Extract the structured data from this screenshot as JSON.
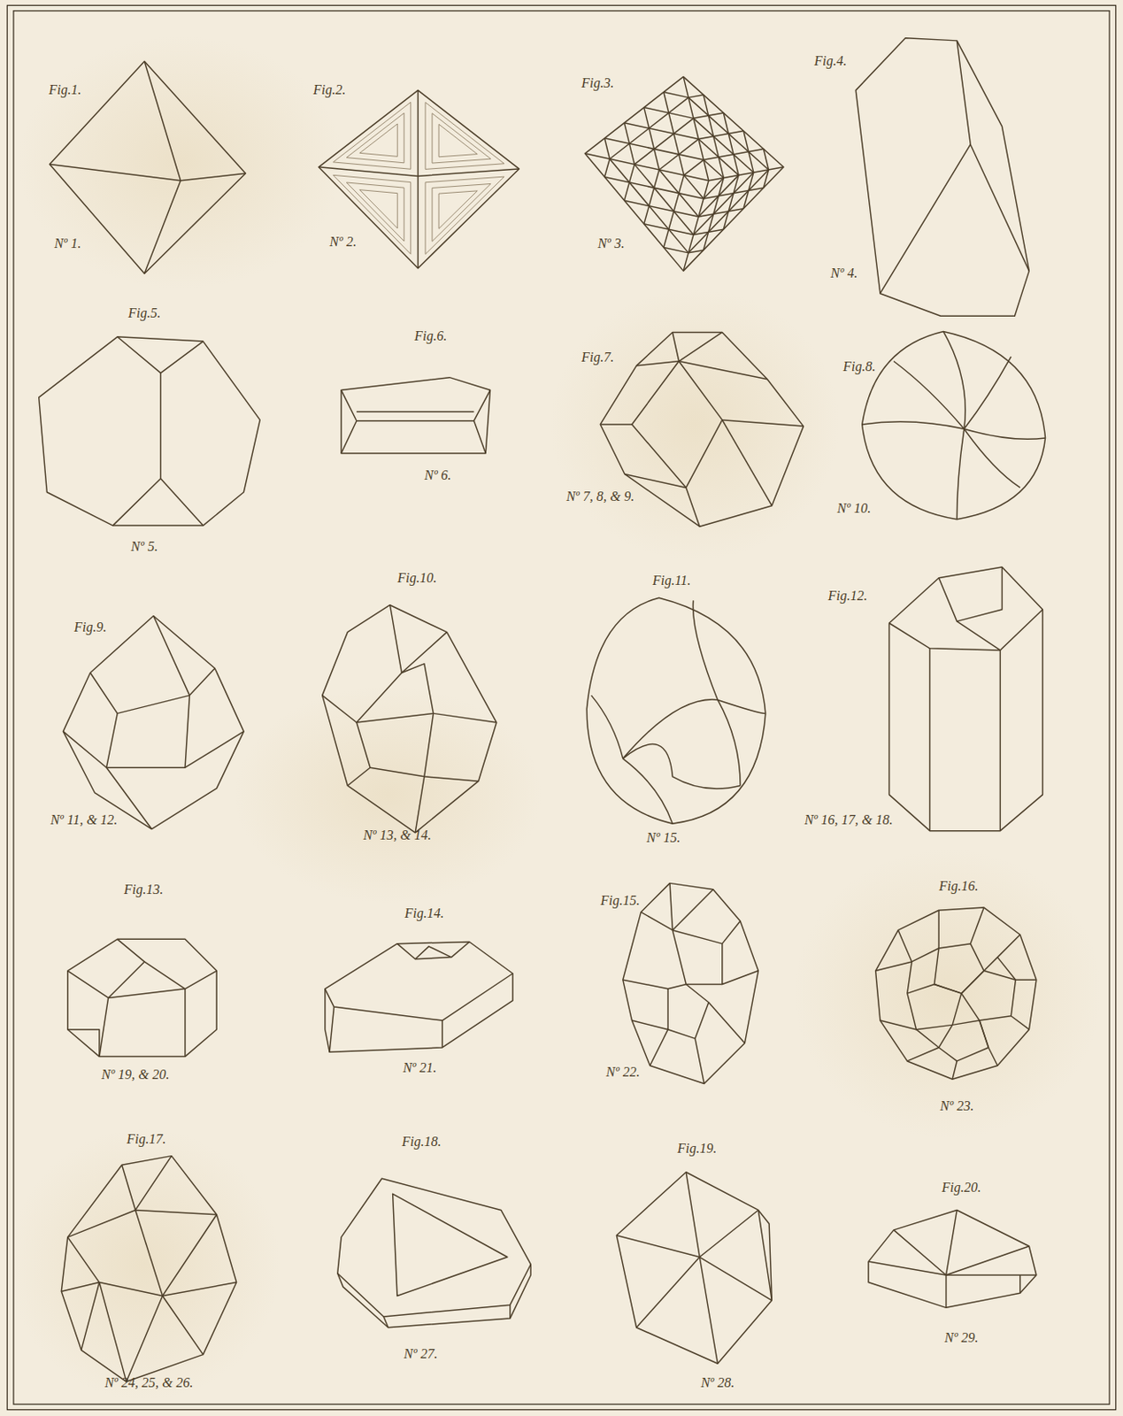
{
  "diagram": {
    "labels": [
      "Fig.1.",
      "Nº 1.",
      "Fig.2.",
      "Nº 2.",
      "Fig.3.",
      "Nº 3.",
      "Fig.4.",
      "Nº 4.",
      "Fig.5.",
      "Nº 5.",
      "Fig.6.",
      "Nº 6.",
      "Fig.7.",
      "Nº 7, 8, & 9.",
      "Fig.8.",
      "Nº 10.",
      "Fig.9.",
      "Nº 11, & 12.",
      "Fig.10.",
      "Nº 13, & 14.",
      "Fig.11.",
      "Nº 15.",
      "Fig.12.",
      "Nº 16, 17, & 18.",
      "Fig.13.",
      "Nº 19, & 20.",
      "Fig.14.",
      "Nº 21.",
      "Fig.15.",
      "Nº 22.",
      "Fig.16.",
      "Nº 23.",
      "Fig.17.",
      "Nº 24, 25, & 26.",
      "Fig.18.",
      "Nº 27.",
      "Fig.19.",
      "Nº 28.",
      "Fig.20.",
      "Nº 29."
    ]
  }
}
